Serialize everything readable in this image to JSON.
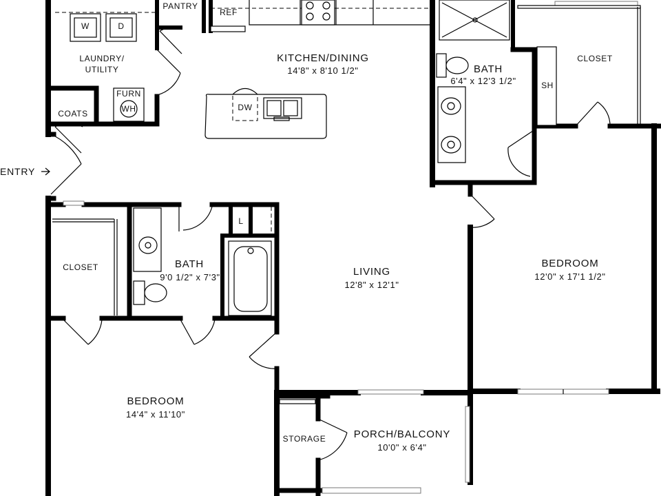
{
  "rooms": {
    "pantry": {
      "name": "PANTRY"
    },
    "ref": {
      "name": "REF"
    },
    "laundry": {
      "name_line1": "LAUNDRY/",
      "name_line2": "UTILITY",
      "washer": "W",
      "dryer": "D"
    },
    "furnace": {
      "furn": "FURN",
      "wh": "WH"
    },
    "coats": {
      "name": "COATS"
    },
    "kitchen": {
      "name": "KITCHEN/DINING",
      "dims": "14'8\" x 8'10 1/2\"",
      "dw": "DW"
    },
    "bath_master": {
      "name": "BATH",
      "dims": "6'4\" x 12'3 1/2\"",
      "sh": "SH"
    },
    "closet_master": {
      "name": "CLOSET"
    },
    "entry": {
      "name": "ENTRY"
    },
    "closet_left": {
      "name": "CLOSET"
    },
    "linen": {
      "name": "L"
    },
    "bath_hall": {
      "name": "BATH",
      "dims": "9'0 1/2\" x 7'3\""
    },
    "living": {
      "name": "LIVING",
      "dims": "12'8\" x 12'1\""
    },
    "bedroom_right": {
      "name": "BEDROOM",
      "dims": "12'0\" x 17'1 1/2\""
    },
    "bedroom_left": {
      "name": "BEDROOM",
      "dims": "14'4\" x 11'10\""
    },
    "storage": {
      "name": "STORAGE"
    },
    "porch": {
      "name": "PORCH/BALCONY",
      "dims": "10'0\" x 6'4\""
    }
  },
  "colors": {
    "wall": "#000000",
    "line": "#000000",
    "window": "#777777",
    "background": "#ffffff"
  }
}
